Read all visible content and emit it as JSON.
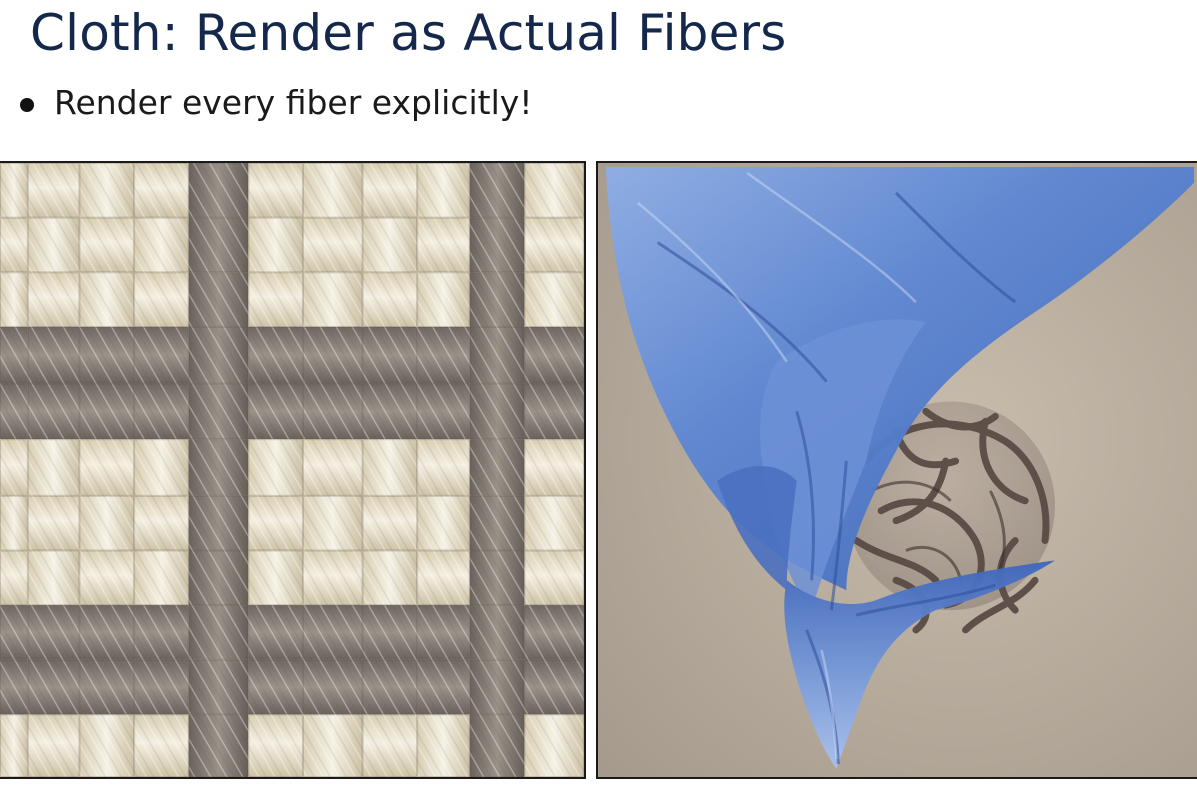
{
  "slide": {
    "title": "Cloth: Render as Actual Fibers",
    "bullets": [
      {
        "text": "Render every fiber explicitly!"
      }
    ]
  },
  "figures": {
    "left": {
      "subject": "woven-fabric-fiber-closeup"
    },
    "right": {
      "subject": "blue-cloth-draped-over-lattice-sphere"
    }
  },
  "colors": {
    "title": "#14284b",
    "text": "#1a1a1a",
    "yarn_cream": "#e9e2cc",
    "yarn_gray": "#7f7770",
    "cloth_blue": "#4f78c8",
    "backdrop": "#b6aa9c",
    "lattice": "#5a4b45"
  }
}
